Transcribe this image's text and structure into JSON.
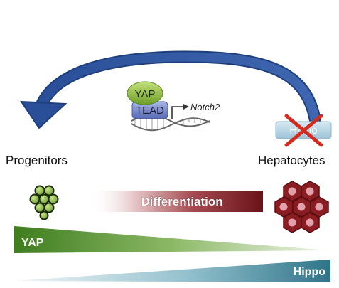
{
  "labels": {
    "yap_protein": "YAP",
    "tead_protein": "TEAD",
    "target_gene": "Notch2",
    "hippo_box": "Hippo",
    "left_cell_type": "Progenitors",
    "right_cell_type": "Hepatocytes",
    "process": "Differentiation",
    "gradient_yap": "YAP",
    "gradient_hippo": "Hippo"
  },
  "colors": {
    "arrow_blue": "#2f55a0",
    "yap_green": "#8cb83a",
    "tead_blue": "#6a7fc4",
    "hippo_box": "#b7d6e6",
    "red_x": "#d52b1e",
    "progenitor_cell": "#9ccc5c",
    "hepatocyte": "#8a1d22",
    "nucleus": "#e4a1ad",
    "differentiation_dark": "#6b1218",
    "yap_wedge_dark": "#3f7d1f",
    "hippo_wedge_dark": "#2f7488"
  },
  "icons": {
    "curved_arrow": "curved-arrow-icon",
    "dna": "dna-helix-icon",
    "promoter_arrow": "bent-arrow-icon",
    "inhibition": "red-x-icon"
  }
}
